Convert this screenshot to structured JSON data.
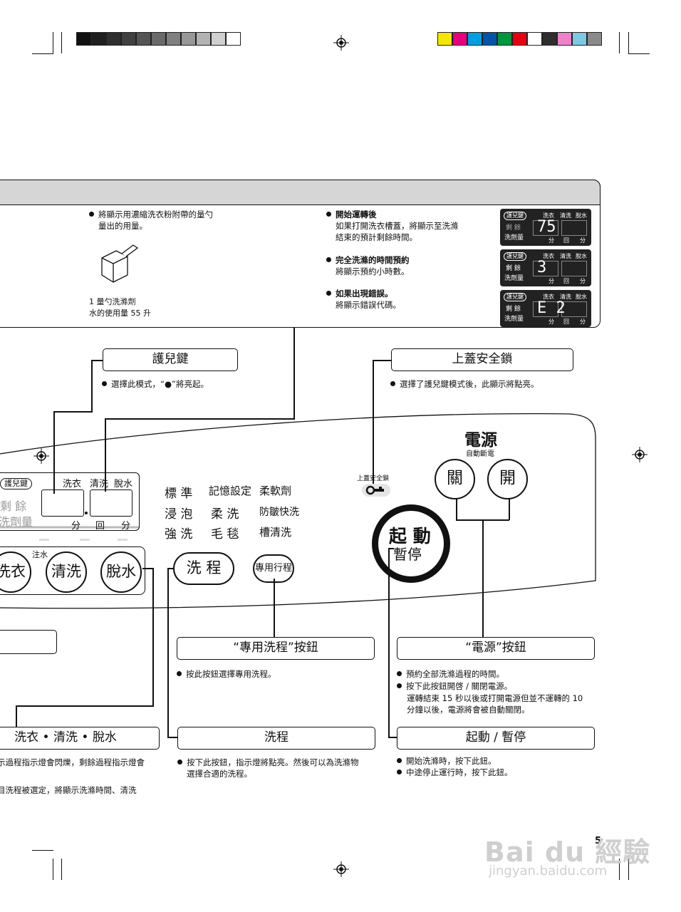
{
  "colors": {
    "grays": [
      "#111111",
      "#1f1f1f",
      "#2f2f2f",
      "#404040",
      "#555555",
      "#6a6a6a",
      "#808080",
      "#989898",
      "#b3b3b3",
      "#d0d0d0",
      "#ffffff"
    ],
    "process": [
      "#f5e600",
      "#e6007e",
      "#00a0e0",
      "#0055a8",
      "#00963e",
      "#e60012",
      "#ffffff",
      "#2e2e2e",
      "#ee82c8",
      "#7ec8e3",
      "#8a8a8a"
    ]
  },
  "top_section": {
    "scoop_note": {
      "line1": "將顯示用濃縮洗衣粉附帶的量勺",
      "line2": "量出的用量。"
    },
    "scoop_caption": {
      "line1": "1 量勺洗滌劑",
      "line2": "水的使用量 55 升"
    },
    "display_notes": [
      {
        "title": "開始運轉後",
        "body1": "如果打開洗衣槽蓋，將顯示至洗滌",
        "body2": "結束的預計剩餘時間。"
      },
      {
        "title": "完全洗滌的時間預約",
        "body1": "將顯示預約小時數。",
        "body2": ""
      },
      {
        "title": "如果出現錯誤。",
        "body1": "將顯示錯誤代碼。",
        "body2": ""
      }
    ],
    "displays": [
      {
        "tag": "護兒鍵",
        "h1": "洗衣",
        "h2": "清洗",
        "h3": "脫水",
        "side1": "剩 餘",
        "side2": "洗劑量",
        "value": "75",
        "f1": "分",
        "f2": "回",
        "f3": "分"
      },
      {
        "tag": "護兒鍵",
        "h1": "洗衣",
        "h2": "清洗",
        "h3": "脫水",
        "side1": "剩 餘",
        "side2": "洗劑量",
        "value": "3",
        "f1": "分",
        "f2": "回",
        "f3": "分"
      },
      {
        "tag": "護兒鍵",
        "h1": "洗衣",
        "h2": "清洗",
        "h3": "脫水",
        "side1": "剩 餘",
        "side2": "洗劑量",
        "value": "E 2",
        "f1": "分",
        "f2": "回",
        "f3": "分"
      }
    ]
  },
  "labels": {
    "child_lock": {
      "title": "護兒鍵",
      "desc": "選擇此模式，“●”將亮起。"
    },
    "lid_lock": {
      "title": "上蓋安全鎖",
      "desc": "選擇了護兒鍵模式後，此顯示將點亮。"
    },
    "special_course": {
      "title": "“專用洗程”按鈕",
      "desc": "按此按鈕選擇專用洗程。"
    },
    "power": {
      "title": "“電源”按鈕",
      "desc1": "預約全部洗滌過程的時間。",
      "desc2": "按下此按鈕開啓 / 關閉電源。",
      "desc3": "運轉結束 15 秒以後或打開電源但並不運轉的 10",
      "desc4": "分鐘以後，電源將會被自動關閉。"
    },
    "wash_rinse_spin": {
      "title": "洗衣 • 清洗 • 脫水",
      "desc1": "示過程指示燈會閃爍，剩餘過程指示燈會",
      "desc2": "目洗程被選定，將顯示洗滌時間、清洗",
      "desc3": "。"
    },
    "course": {
      "title": "洗程",
      "desc1": "按下此按鈕，指示燈將點亮。然後可以為洗滌物",
      "desc2": "選擇合適的洗程。"
    },
    "start_pause": {
      "title": "起動 / 暫停",
      "desc1": "開始洗滌時，按下此鈕。",
      "desc2": "中途停止運行時，按下此鈕。"
    }
  },
  "panel": {
    "child_tag": "護兒鍵",
    "remain": "剩 餘",
    "detergent": "洗劑量",
    "h_wash": "洗衣",
    "h_rinse": "清洗",
    "h_spin": "脫水",
    "u_min1": "分",
    "u_times": "回",
    "u_min2": "分",
    "courses": [
      [
        "標 準",
        "記憶設定",
        "柔軟劑"
      ],
      [
        "浸 泡",
        "柔 洗",
        "防皺快洗"
      ],
      [
        "強 洗",
        "毛 毯",
        "槽清洗"
      ]
    ],
    "fill": "注水",
    "btn_wash": "洗衣",
    "btn_rinse": "清洗",
    "btn_spin": "脫水",
    "btn_course": "洗 程",
    "btn_special": "專用行程",
    "power_title": "電源",
    "power_sub": "自動斷電",
    "btn_off": "關",
    "btn_on": "開",
    "lid_lock": "上蓋安全鎖",
    "start": "起 動",
    "pause": "暫停"
  },
  "page_number": "5",
  "watermark": {
    "brand": "Bai du 經驗",
    "url": "jingyan.baidu.com"
  }
}
